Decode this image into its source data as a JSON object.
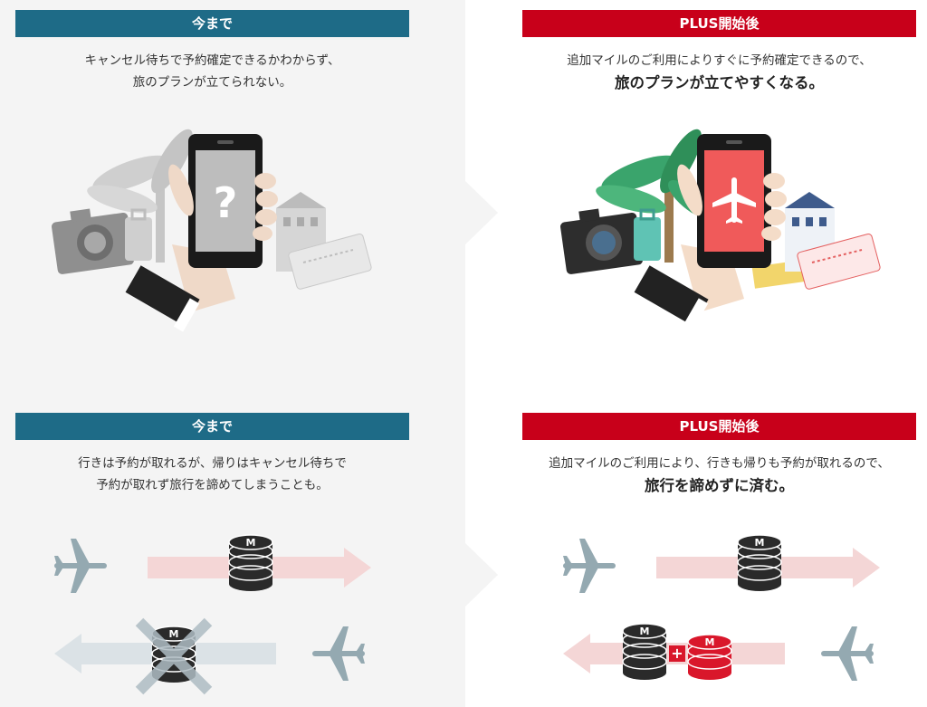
{
  "sections": [
    {
      "before": {
        "header": "今まで",
        "line1": "キャンセル待ちで予約確定できるかわからず、",
        "line2": "旅のプランが立てられない。"
      },
      "after": {
        "header": "PLUS開始後",
        "line1": "追加マイルのご利用によりすぐに予約確定できるので、",
        "line2": "旅のプランが立てやすくなる。"
      }
    },
    {
      "before": {
        "header": "今まで",
        "line1": "行きは予約が取れるが、帰りはキャンセル待ちで",
        "line2": "予約が取れず旅行を諦めてしまうことも。"
      },
      "after": {
        "header": "PLUS開始後",
        "line1": "追加マイルのご利用により、行きも帰りも予約が取れるので、",
        "line2": "旅行を諦めずに済む。"
      }
    }
  ],
  "icons": {
    "coin_letter": "M",
    "question_mark": "?",
    "plus_sign": "+"
  },
  "colors": {
    "before_header": "#1e6b87",
    "after_header": "#c8001a"
  }
}
